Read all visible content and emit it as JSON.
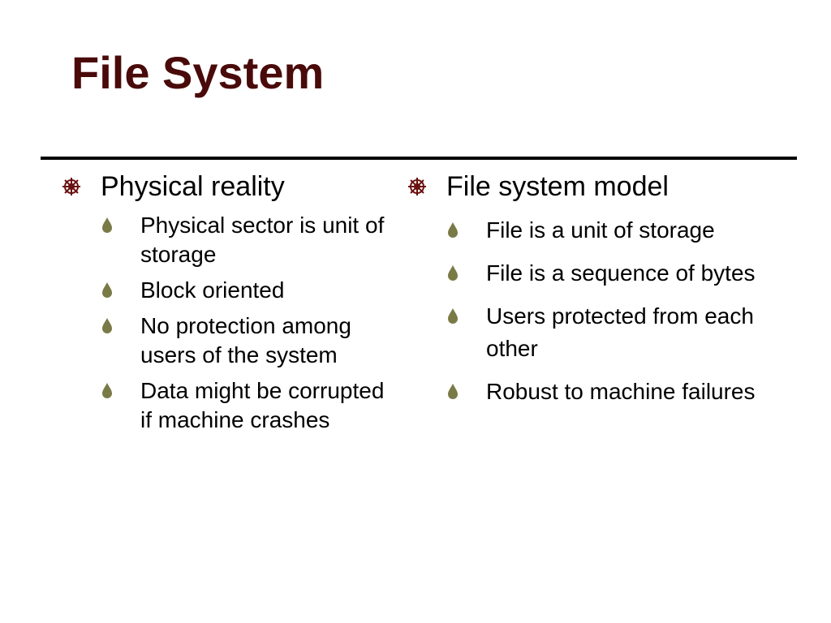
{
  "slide": {
    "title": "File System",
    "colors": {
      "title": "#4a0a0a",
      "wheel_bullet": "#6b1010",
      "drop_bullet": "#7a7a46"
    },
    "left_column": {
      "heading": "Physical reality",
      "heading_icon": "wheel-bullet-icon",
      "items": [
        "Physical sector is unit of storage",
        "Block oriented",
        "No protection among users of the system",
        "Data might be corrupted if machine crashes"
      ],
      "item_icon": "drop-bullet-icon"
    },
    "right_column": {
      "heading": "File system model",
      "heading_icon": "wheel-bullet-icon",
      "items": [
        "File is a unit of storage",
        "File is a sequence of bytes",
        "Users protected from each other",
        "Robust to machine failures"
      ],
      "item_icon": "drop-bullet-icon"
    }
  }
}
